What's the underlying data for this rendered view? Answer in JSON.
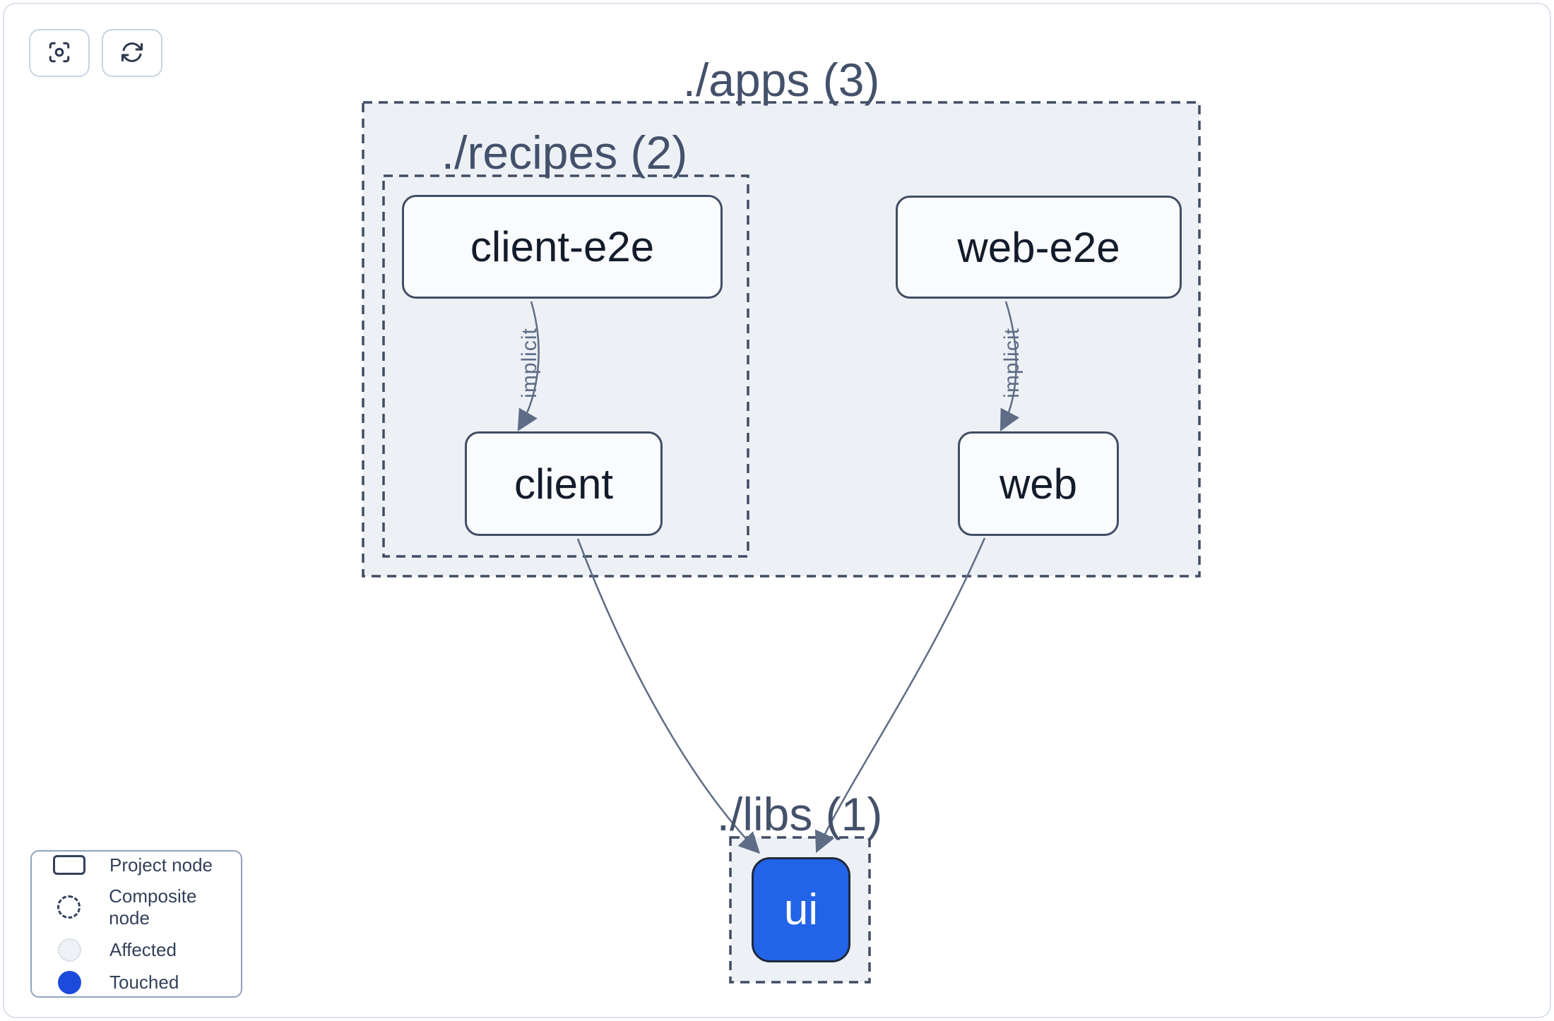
{
  "toolbar": {
    "buttons": [
      {
        "name": "center-graph",
        "icon": "crosshair-focus-icon"
      },
      {
        "name": "refresh-graph",
        "icon": "refresh-icon"
      }
    ]
  },
  "graph": {
    "groups": [
      {
        "id": "apps",
        "title": "./apps (3)"
      },
      {
        "id": "recipes",
        "title": "./recipes (2)"
      },
      {
        "id": "libs",
        "title": "./libs (1)"
      }
    ],
    "nodes": [
      {
        "id": "client-e2e",
        "label": "client-e2e",
        "state": "normal",
        "group": "recipes"
      },
      {
        "id": "web-e2e",
        "label": "web-e2e",
        "state": "normal",
        "group": "apps"
      },
      {
        "id": "client",
        "label": "client",
        "state": "normal",
        "group": "recipes"
      },
      {
        "id": "web",
        "label": "web",
        "state": "normal",
        "group": "apps"
      },
      {
        "id": "ui",
        "label": "ui",
        "state": "touched",
        "group": "libs"
      }
    ],
    "edges": [
      {
        "from": "client-e2e",
        "to": "client",
        "label": "implicit"
      },
      {
        "from": "web-e2e",
        "to": "web",
        "label": "implicit"
      },
      {
        "from": "client",
        "to": "ui",
        "label": ""
      },
      {
        "from": "web",
        "to": "ui",
        "label": ""
      }
    ]
  },
  "legend": {
    "items": [
      {
        "label": "Project node",
        "swatch": "project-node-rect"
      },
      {
        "label": "Composite node",
        "swatch": "composite-node-dashed-circle"
      },
      {
        "label": "Affected",
        "swatch": "affected-light-circle"
      },
      {
        "label": "Touched",
        "swatch": "touched-blue-circle"
      }
    ]
  },
  "colors": {
    "touched_node_blue": "#2263e7",
    "legend_touched_blue": "#1c4bdb",
    "composite_fill": "#edf1f6",
    "composite_stroke": "#404d63",
    "edge_stroke": "#5e6c85",
    "node_border": "#414e64",
    "node_text": "#131c2b",
    "group_title_text": "#44516b"
  }
}
